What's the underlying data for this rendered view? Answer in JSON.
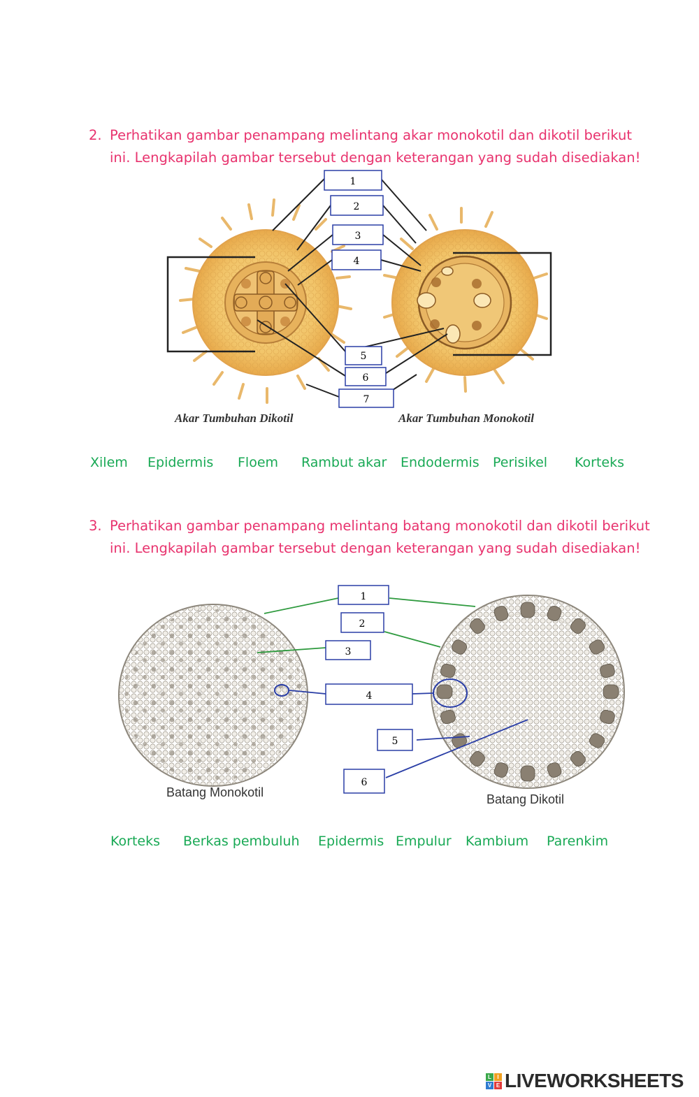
{
  "question2": {
    "number": "2.",
    "line1": "Perhatikan gambar penampang melintang akar monokotil dan dikotil berikut",
    "line2": "ini. Lengkapilah gambar tersebut dengan keterangan yang sudah disediakan!"
  },
  "root_figure": {
    "labels": [
      "1",
      "2",
      "3",
      "4",
      "5",
      "6",
      "7"
    ],
    "caption_left": "Akar Tumbuhan Dikotil",
    "caption_right": "Akar Tumbuhan Monokotil"
  },
  "word_bank_2": [
    "Xilem",
    "Epidermis",
    "Floem",
    "Rambut akar",
    "Endodermis",
    "Perisikel",
    "Korteks"
  ],
  "question3": {
    "number": "3.",
    "line1": "Perhatikan gambar penampang melintang batang monokotil dan dikotil berikut",
    "line2": "ini. Lengkapilah gambar tersebut dengan keterangan yang sudah disediakan!"
  },
  "stem_figure": {
    "labels": [
      "1",
      "2",
      "3",
      "4",
      "5",
      "6"
    ],
    "caption_left": "Batang Monokotil",
    "caption_right": "Batang Dikotil"
  },
  "word_bank_3": [
    "Korteks",
    "Berkas pembuluh",
    "Epidermis",
    "Empulur",
    "Kambium",
    "Parenkim"
  ],
  "brand": {
    "name": "LIVEWORKSHEETS",
    "logo_letters": [
      "L",
      "I",
      "V",
      "E"
    ]
  },
  "colors": {
    "question_text": "#e8336e",
    "word_bank": "#19a955",
    "root_tissue": "#f2c56a",
    "stem_lines_green": "#2e9a3e",
    "stem_lines_blue": "#2a3ea6"
  }
}
